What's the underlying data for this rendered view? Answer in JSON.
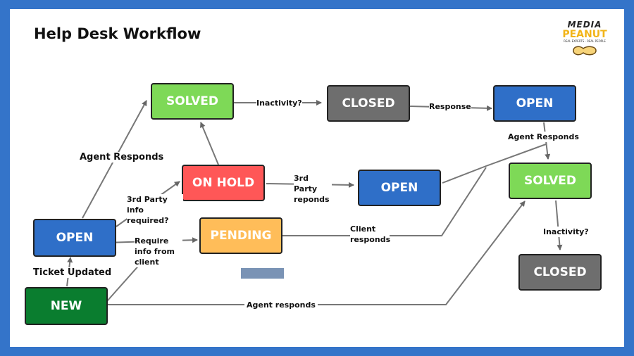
{
  "title": "Help Desk Workflow",
  "logo": {
    "line1": "MEDIA",
    "line2": "PEANUT",
    "tagline": "REAL EXPERTS · REAL PEOPLE"
  },
  "nodes": {
    "solved_top": "SOLVED",
    "closed_top": "CLOSED",
    "open_top_right": "OPEN",
    "on_hold": "ON HOLD",
    "open_middle": "OPEN",
    "solved_right": "SOLVED",
    "open_left": "OPEN",
    "pending": "PENDING",
    "closed_bottom": "CLOSED",
    "new": "NEW"
  },
  "edges": {
    "agent_responds_left": "Agent Responds",
    "inactivity_top": "Inactivity?",
    "response": "Response",
    "agent_responds_right": "Agent Responds",
    "third_party_info": "3rd Party info required?",
    "third_party_responds": "3rd Party reponds",
    "require_info": "Require info from client",
    "client_responds": "Client responds",
    "inactivity_right": "Inactivity?",
    "ticket_updated": "Ticket Updated",
    "agent_responds_bottom": "Agent responds"
  },
  "colors": {
    "frame": "#3474c9",
    "solved": "#7ed957",
    "open": "#2f6fc8",
    "closed": "#6e6e6e",
    "on_hold": "#ff5757",
    "pending": "#ffbd59",
    "new": "#0a7d2f"
  }
}
